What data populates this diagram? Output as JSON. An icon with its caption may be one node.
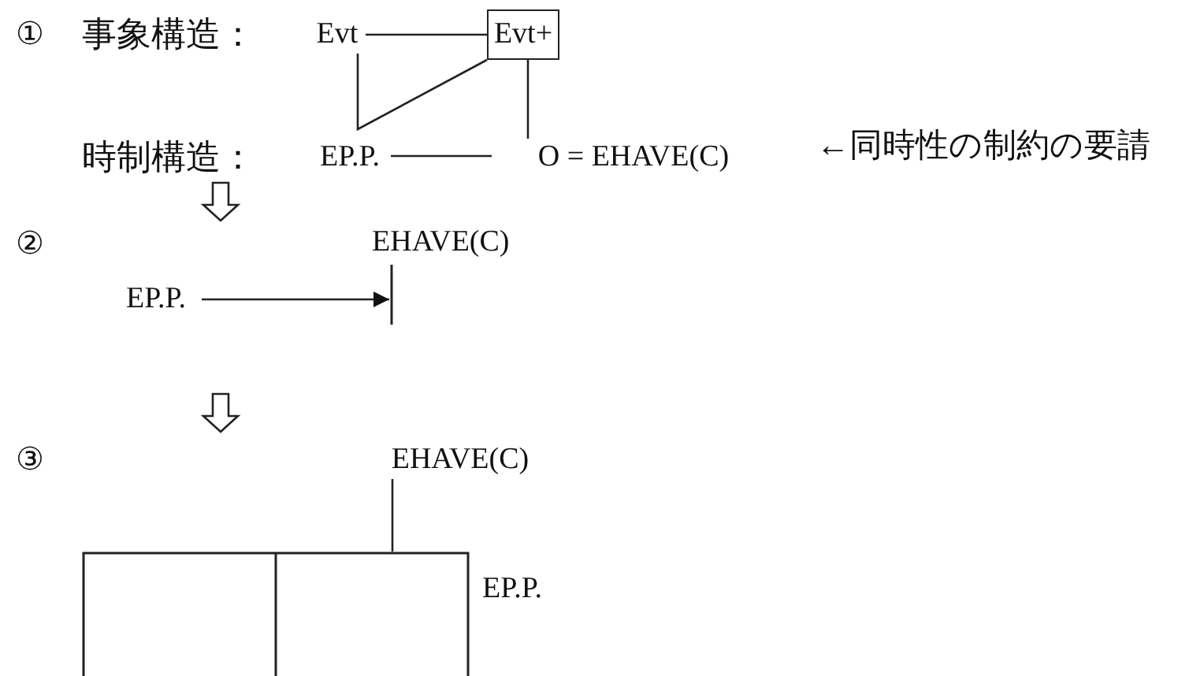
{
  "diagram": {
    "nodes": [
      {
        "text": [
          "Evt"
        ]
      },
      {
        "text": [
          "Evt+"
        ]
      },
      {
        "text": [
          "EP.P."
        ]
      },
      {
        "text": [
          "O = EHAVE(C)"
        ]
      },
      {
        "text": [
          "EP.P."
        ]
      },
      {
        "text": [],
        "shape": "bar"
      },
      {
        "text": [
          "EHAVE(C)"
        ]
      },
      {
        "text": [],
        "shape": "box"
      }
    ],
    "edges": [
      {
        "from": 0,
        "to": 1,
        "arrow": "none"
      },
      {
        "from": 0,
        "to": 1,
        "arrow": "none"
      },
      {
        "from": 1,
        "to": 3,
        "arrow": "none"
      },
      {
        "from": 2,
        "to": 3,
        "arrow": "none"
      },
      {
        "from": 4,
        "to": 5,
        "arrow": "to"
      },
      {
        "from": 6,
        "to": 7,
        "arrow": "none"
      }
    ],
    "labels": [
      "①",
      "事象構造：",
      "時制構造：",
      "←同時性の制約の要請",
      "②",
      "EHAVE(C)",
      "③",
      "EP.P."
    ]
  }
}
